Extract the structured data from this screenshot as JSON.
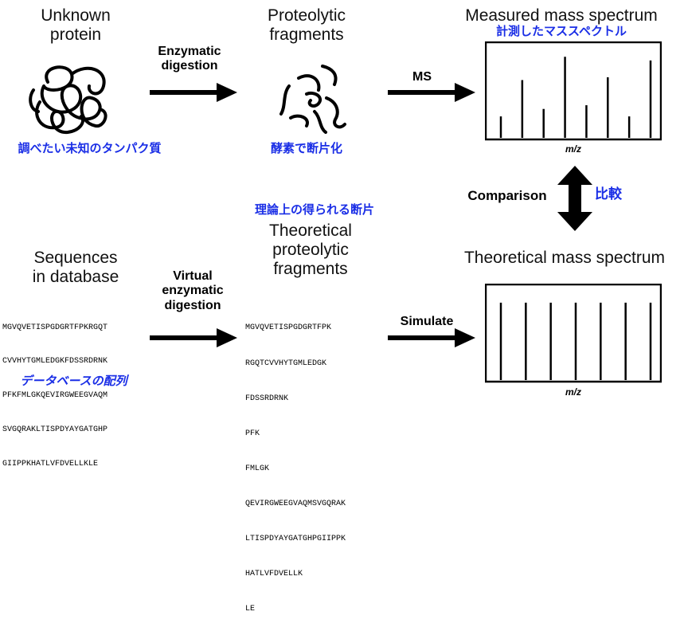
{
  "unknown_protein": {
    "line1": "Unknown",
    "line2": "protein",
    "jp": "調べたい未知のタンパク質"
  },
  "enzymatic": {
    "line1": "Enzymatic",
    "line2": "digestion"
  },
  "proteolytic": {
    "line1": "Proteolytic",
    "line2": "fragments",
    "jp": "酵素で断片化"
  },
  "ms_label": "MS",
  "measured": {
    "title": "Measured mass spectrum",
    "jp": "計測したマススペクトル",
    "axis": "m/z",
    "peaks": [
      0.23,
      0.62,
      0.31,
      0.87,
      0.35,
      0.65,
      0.23,
      0.83
    ]
  },
  "comparison": {
    "label": "Comparison",
    "jp": "比較"
  },
  "sequences": {
    "line1": "Sequences",
    "line2": "in database",
    "lines": [
      "MGVQVETISPGDGRTFPKRGQT",
      "CVVHYTGMLEDGKFDSSRDRNK",
      "PFKFMLGKQEVIRGWEEGVAQM",
      "SVGQRAKLTISPDYAYGATGHP",
      "GIIPPKHATLVFDVELLKLE"
    ],
    "jp": "データベースの配列"
  },
  "virtual": {
    "line1": "Virtual",
    "line2": "enzymatic",
    "line3": "digestion"
  },
  "theoretical_fragments": {
    "jp": "理論上の得られる断片",
    "line1": "Theoretical",
    "line2": "proteolytic",
    "line3": "fragments",
    "lines": [
      "MGVQVETISPGDGRTFPK",
      "RGQTCVVHYTGMLEDGK",
      "FDSSRDRNK",
      "PFK",
      "FMLGK",
      "QEVIRGWEEGVAQMSVGQRAK",
      "LTISPDYAYGATGHPGIIPPK",
      "HATLVFDVELLK",
      "LE"
    ]
  },
  "simulate_label": "Simulate",
  "theoretical": {
    "title": "Theoretical mass spectrum",
    "axis": "m/z",
    "peaks": [
      0.83,
      0.83,
      0.83,
      0.83,
      0.83,
      0.83,
      0.83
    ]
  }
}
